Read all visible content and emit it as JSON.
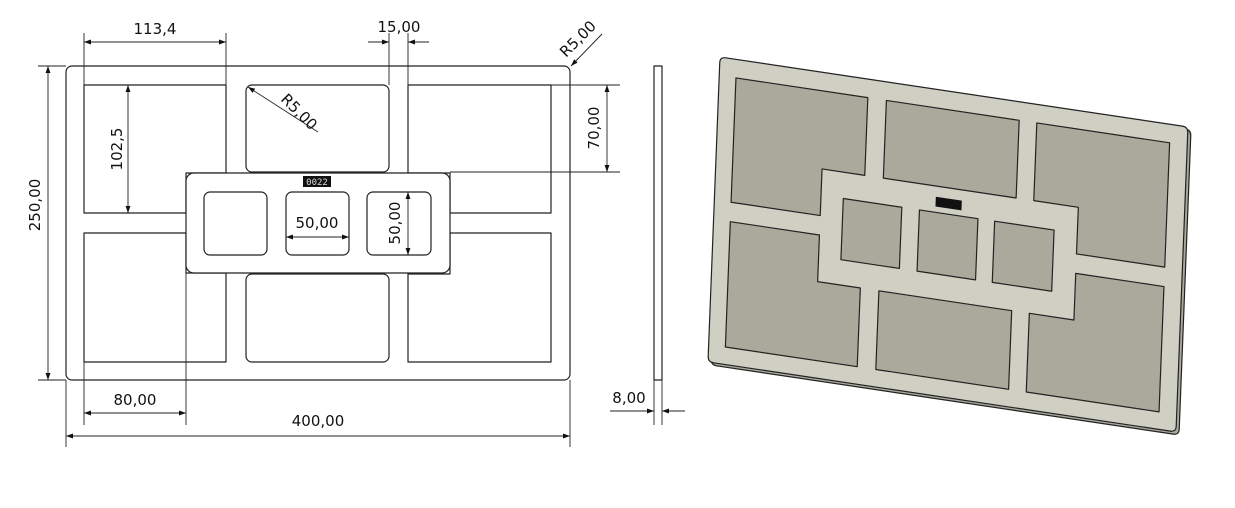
{
  "part_label": "0022",
  "dimensions": {
    "top_left_width": "113,4",
    "web_width": "15,00",
    "outer_radius": "R5,00",
    "inner_radius": "R5,00",
    "hole_height": "102,5",
    "top_hole_height": "70,00",
    "total_height": "250,00",
    "square_width": "50,00",
    "square_height": "50,00",
    "left_offset": "80,00",
    "total_width": "400,00",
    "thickness": "8,00"
  },
  "colors": {
    "line": "#222222",
    "material": "#cfcfc3",
    "material_edge": "#a9a99c"
  }
}
